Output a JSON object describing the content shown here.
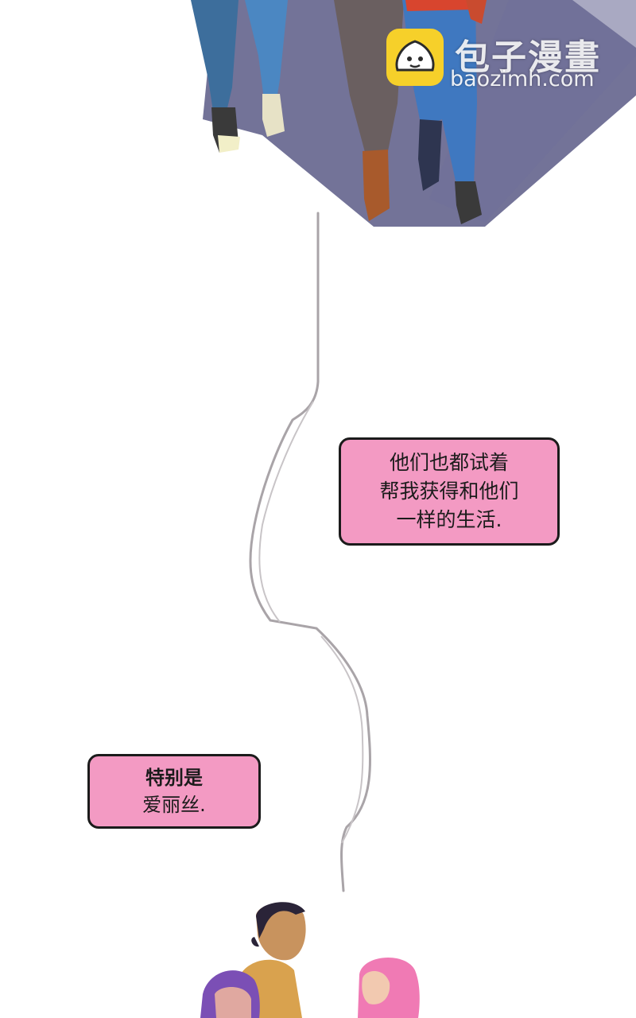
{
  "watermark": {
    "title": "包子漫畫",
    "url": "baozimh.com"
  },
  "panel_top": {
    "description_icon": "walking-feet-illustration"
  },
  "speech_bubbles": [
    {
      "lines": [
        "他们也都试着",
        "帮我获得和他们",
        "一样的生活."
      ]
    },
    {
      "lines": [
        "特别是",
        "爱丽丝."
      ]
    }
  ],
  "colors": {
    "bubble_fill": "#f39ac3",
    "bubble_border": "#1b1b1b",
    "shadow": "#4a4a7a",
    "background": "#ffffff"
  }
}
